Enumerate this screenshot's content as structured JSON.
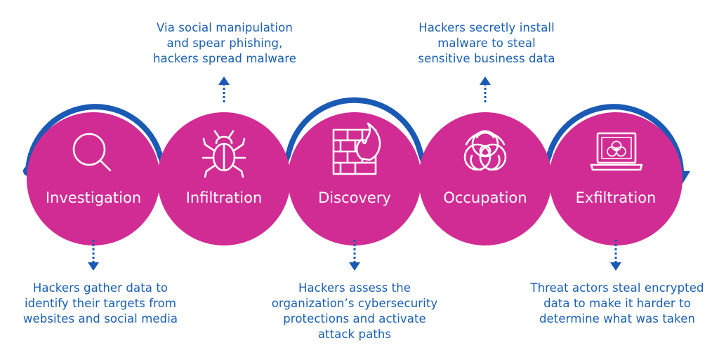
{
  "colors": {
    "circle": "#d12c93",
    "ring": "#1a5ab4",
    "text": "#1a5fb4",
    "icon": "#ffffff"
  },
  "stages": [
    {
      "label": "Investigation",
      "icon": "magnifier-icon",
      "description_position": "below",
      "description": [
        "Hackers gather data to",
        "identify their targets from",
        "websites and social media"
      ]
    },
    {
      "label": "Infiltration",
      "icon": "bug-icon",
      "description_position": "above",
      "description": [
        "Via social manipulation",
        "and spear phishing,",
        "hackers spread malware"
      ]
    },
    {
      "label": "Discovery",
      "icon": "firewall-icon",
      "description_position": "below",
      "description": [
        "Hackers assess the",
        "organization’s cybersecurity",
        "protections and activate",
        "attack paths"
      ]
    },
    {
      "label": "Occupation",
      "icon": "biohazard-icon",
      "description_position": "above",
      "description": [
        "Hackers secretly install",
        "malware to steal",
        "sensitive business data"
      ]
    },
    {
      "label": "Exfiltration",
      "icon": "laptop-biohazard-icon",
      "description_position": "below",
      "description": [
        "Threat actors steal encrypted",
        "data to make it harder to",
        "determine what was taken"
      ]
    }
  ]
}
